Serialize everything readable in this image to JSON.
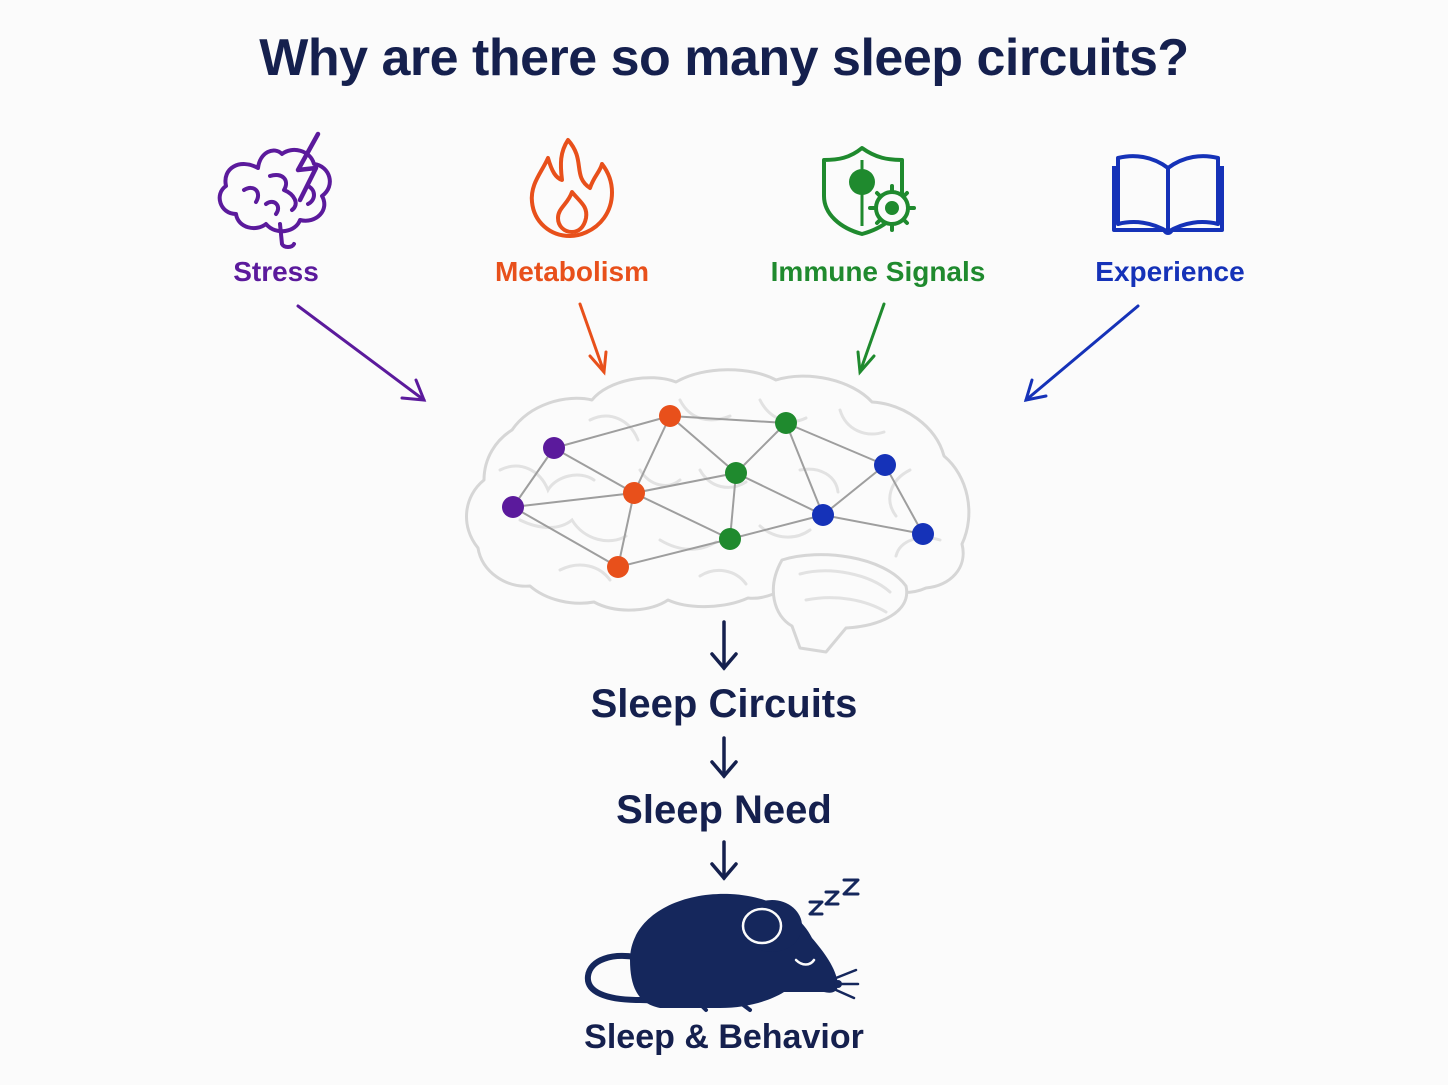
{
  "title": "Why are there so many sleep circuits?",
  "factors": [
    {
      "label": "Stress",
      "color": "#5b1a9c",
      "icon": "brain-lightning-icon"
    },
    {
      "label": "Metabolism",
      "color": "#e8501b",
      "icon": "flame-icon"
    },
    {
      "label": "Immune Signals",
      "color": "#1f8a2e",
      "icon": "shield-virus-icon"
    },
    {
      "label": "Experience",
      "color": "#1532b8",
      "icon": "open-book-icon"
    }
  ],
  "flow": {
    "circuits": "Sleep Circuits",
    "need": "Sleep Need",
    "behavior": "Sleep & Behavior"
  },
  "colors": {
    "title": "#15204e",
    "brain_outline": "#d6d6d6",
    "network_edge": "#9e9e9e",
    "mouse": "#15275c"
  },
  "icons": {
    "brain": "brain-network-icon",
    "mouse": "sleeping-mouse-icon",
    "zzz": "zzz-icon"
  }
}
